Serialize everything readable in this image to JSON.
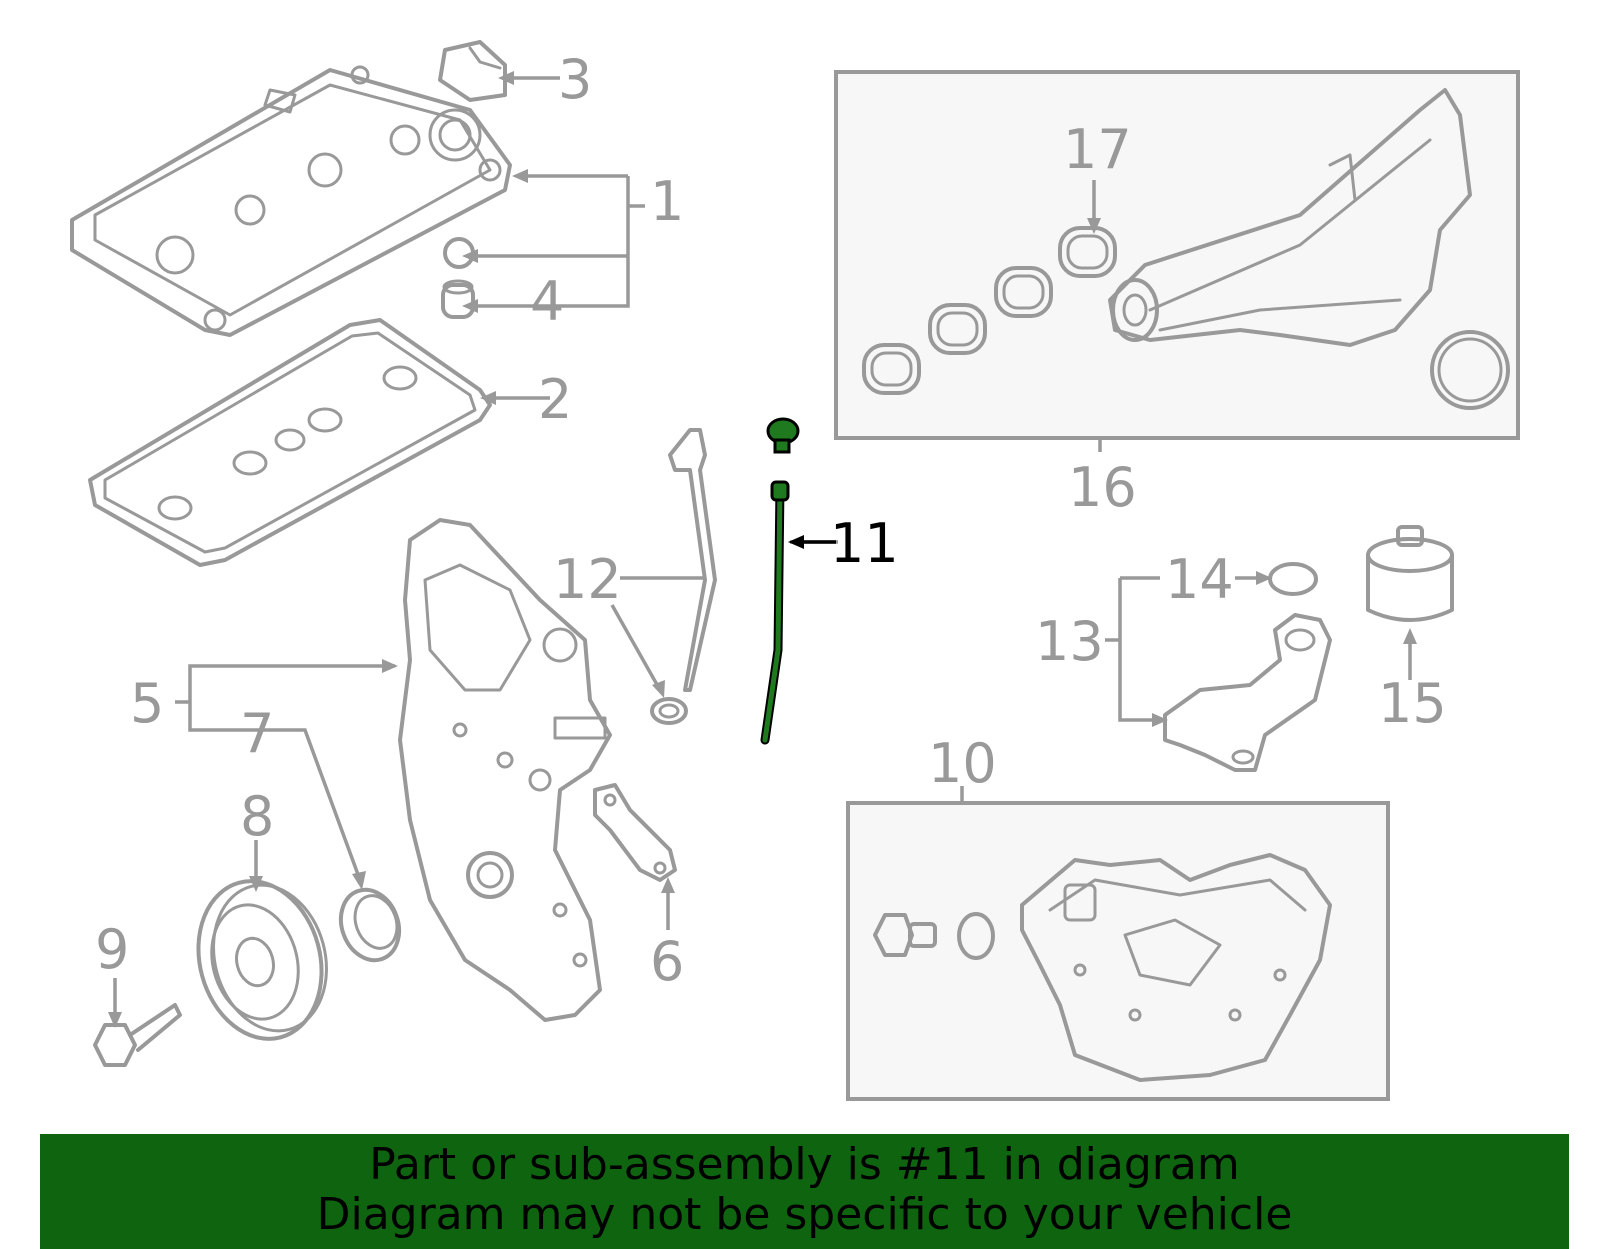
{
  "callouts": {
    "c1": "1",
    "c2": "2",
    "c3": "3",
    "c4": "4",
    "c5": "5",
    "c6": "6",
    "c7": "7",
    "c8": "8",
    "c9": "9",
    "c10": "10",
    "c11": "11",
    "c12": "12",
    "c13": "13",
    "c14": "14",
    "c15": "15",
    "c16": "16",
    "c17": "17"
  },
  "highlight": {
    "part_number": "11",
    "color": "#0f6410"
  },
  "colors": {
    "part_outline": "#999999",
    "highlighted_part": "#1f7a1f",
    "banner_background": "#0f6410"
  },
  "banner": {
    "line1": "Part or sub-assembly is #11 in diagram",
    "line2": "Diagram may not be specific to your vehicle"
  }
}
